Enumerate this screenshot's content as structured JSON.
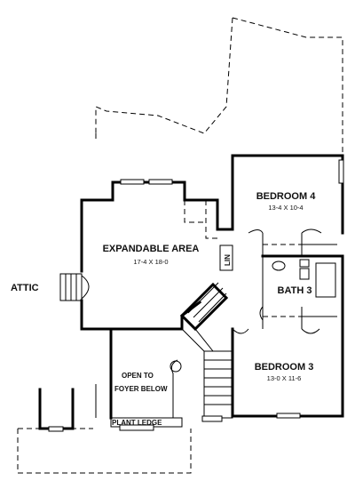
{
  "labels": {
    "attic": "ATTIC",
    "expandable_name": "EXPANDABLE AREA",
    "expandable_dim": "17-4 X 18-0",
    "bedroom4_name": "BEDROOM 4",
    "bedroom4_dim": "13-4 X 10-4",
    "bedroom3_name": "BEDROOM 3",
    "bedroom3_dim": "13-0 X 11-6",
    "bath3": "BATH 3",
    "lin": "LIN",
    "open_to": "OPEN TO",
    "foyer_below": "FOYER BELOW",
    "plant_ledge": "PLANT LEDGE"
  },
  "colors": {
    "line": "#000000",
    "background": "#ffffff"
  }
}
